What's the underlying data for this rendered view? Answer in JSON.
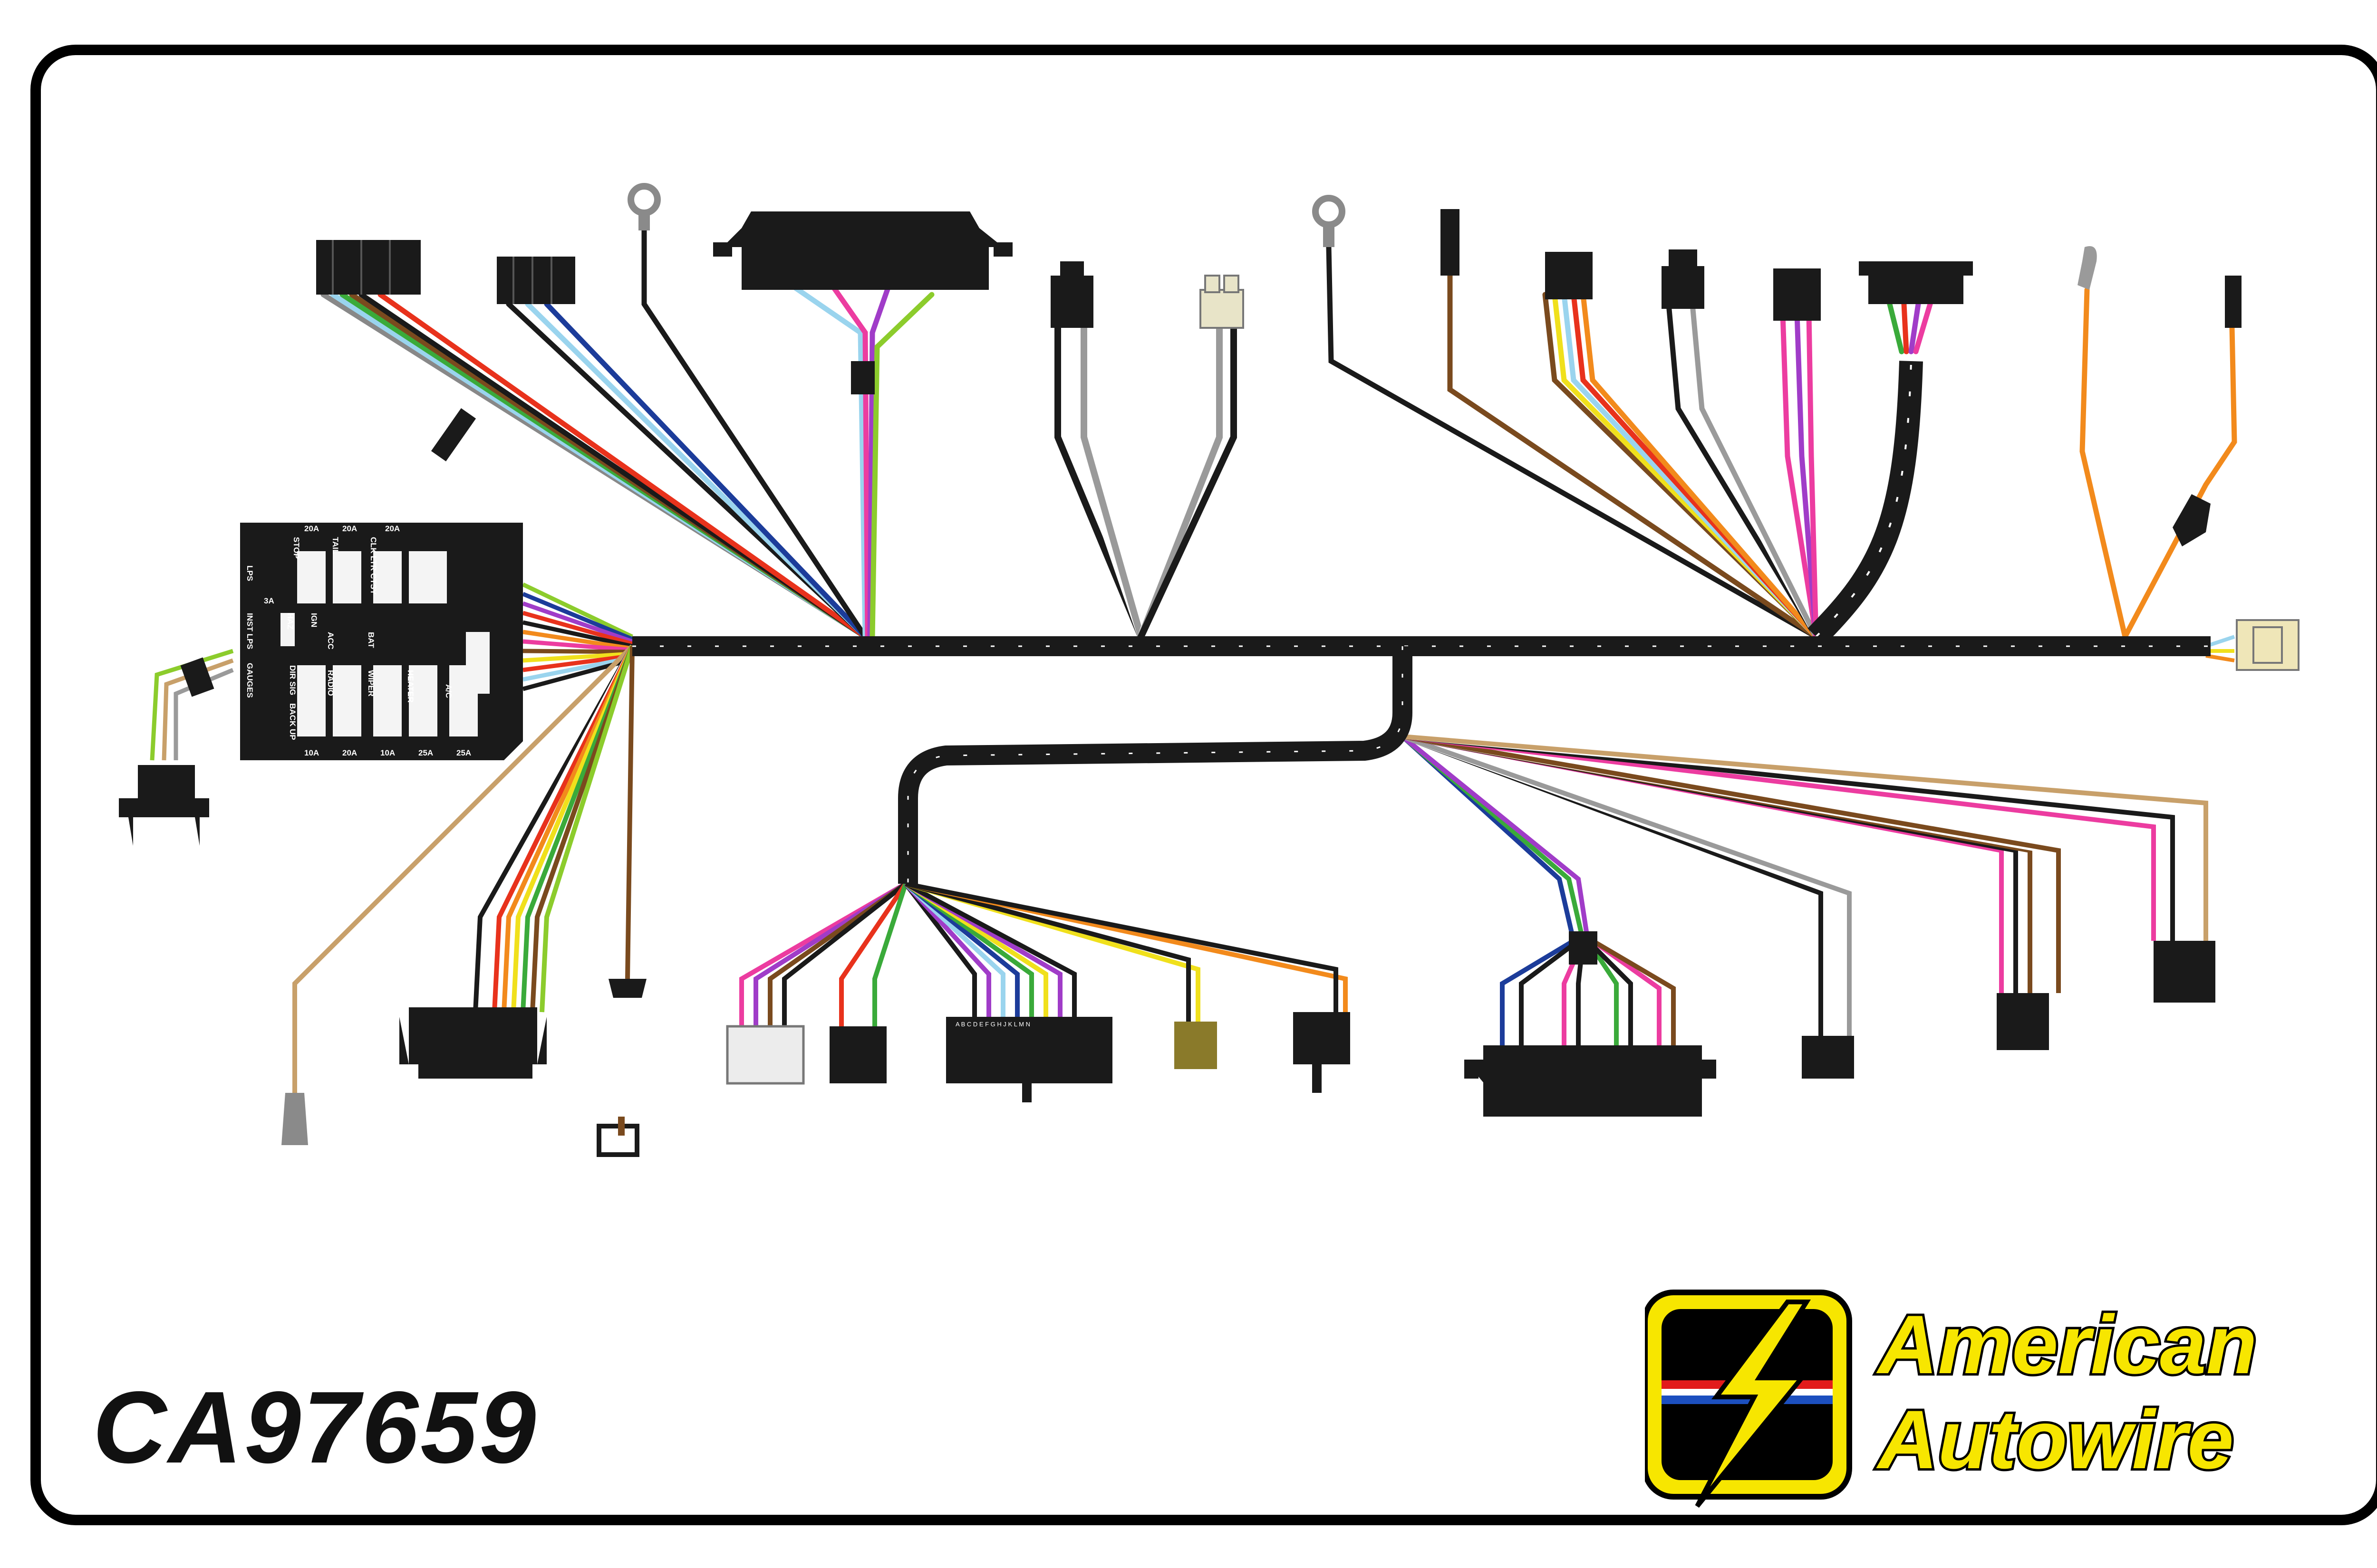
{
  "part_number": "CA97659",
  "brand": {
    "line1": "American",
    "line2": "Autowire"
  },
  "fuse_block": {
    "top_ratings": [
      "20A",
      "20A",
      "20A"
    ],
    "top_labels": [
      "STOP",
      "TAIL",
      "CLK LTR CTSY"
    ],
    "small_rating": "3A",
    "left_labels": [
      "LPS",
      "INST LPS",
      "GAUGES"
    ],
    "mid_labels": [
      "HAZ",
      "IGN",
      "ACC",
      "RADIO",
      "BAT",
      "WIPER",
      "HEATER",
      "A/C"
    ],
    "row_labels": [
      "DIR SIG",
      "BACK UP"
    ],
    "bottom_ratings": [
      "10A",
      "20A",
      "10A",
      "25A",
      "25A"
    ]
  },
  "ignition_connector_pins": "A B C D E F G H J K L M N",
  "colors": {
    "harness": "#1a1a1a",
    "logo_yellow": "#f7e600",
    "logo_red": "#e21b1b",
    "logo_blue": "#1c4fbf",
    "wire_red": "#e8321c",
    "wire_orange": "#f28a1c",
    "wire_pink": "#ec3ca0",
    "wire_purple": "#a03cc8",
    "wire_green": "#3aaa3a",
    "wire_lightgreen": "#8ccc2c",
    "wire_lightblue": "#9ad4ee",
    "wire_darkblue": "#1c3c9a",
    "wire_brown": "#7a4a1e",
    "wire_tan": "#c8a06a",
    "wire_yellow": "#f0e01c",
    "wire_gray": "#9a9a9a"
  }
}
